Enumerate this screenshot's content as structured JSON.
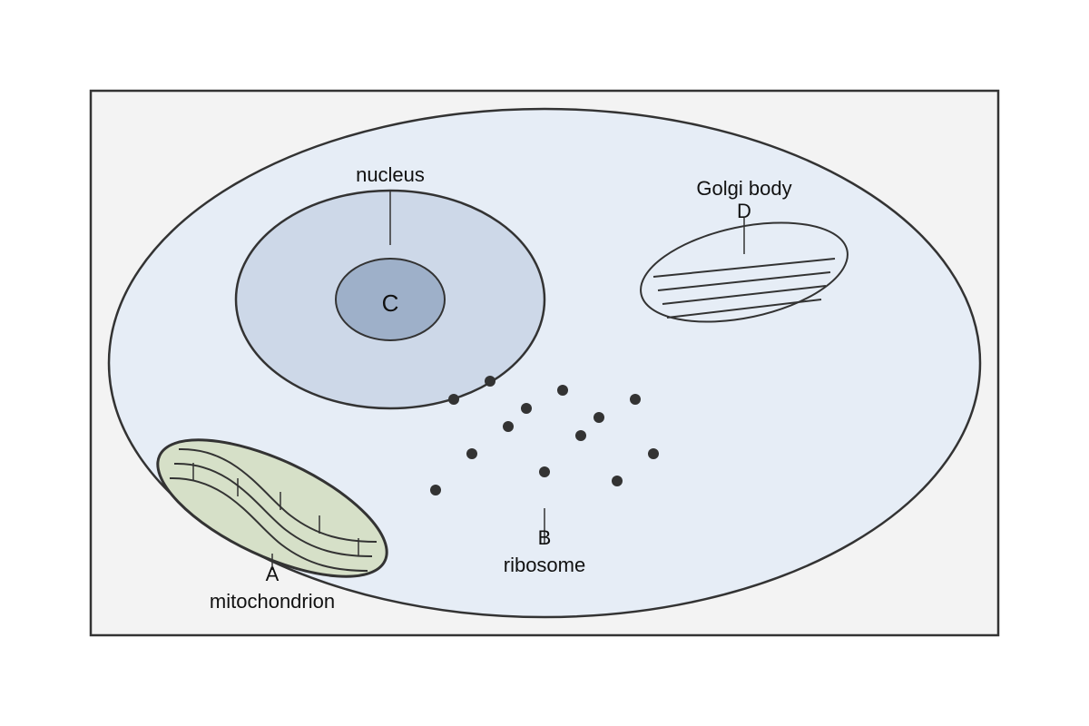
{
  "labels": {
    "nucleus": "nucleus",
    "nucleolus_letter": "C",
    "golgi": "Golgi body",
    "golgi_letter": "D",
    "ribosome_letter": "B",
    "ribosome": "ribosome",
    "mito_letter": "A",
    "mito": "mitochondrion"
  },
  "colors": {
    "frame_fill": "#f3f3f3",
    "cell_fill": "#e6edf6",
    "nucleus_fill": "#cdd8e8",
    "nucleolus_fill": "#9eb0c9",
    "mito_fill": "#d6e0c8",
    "outline": "#333333"
  }
}
